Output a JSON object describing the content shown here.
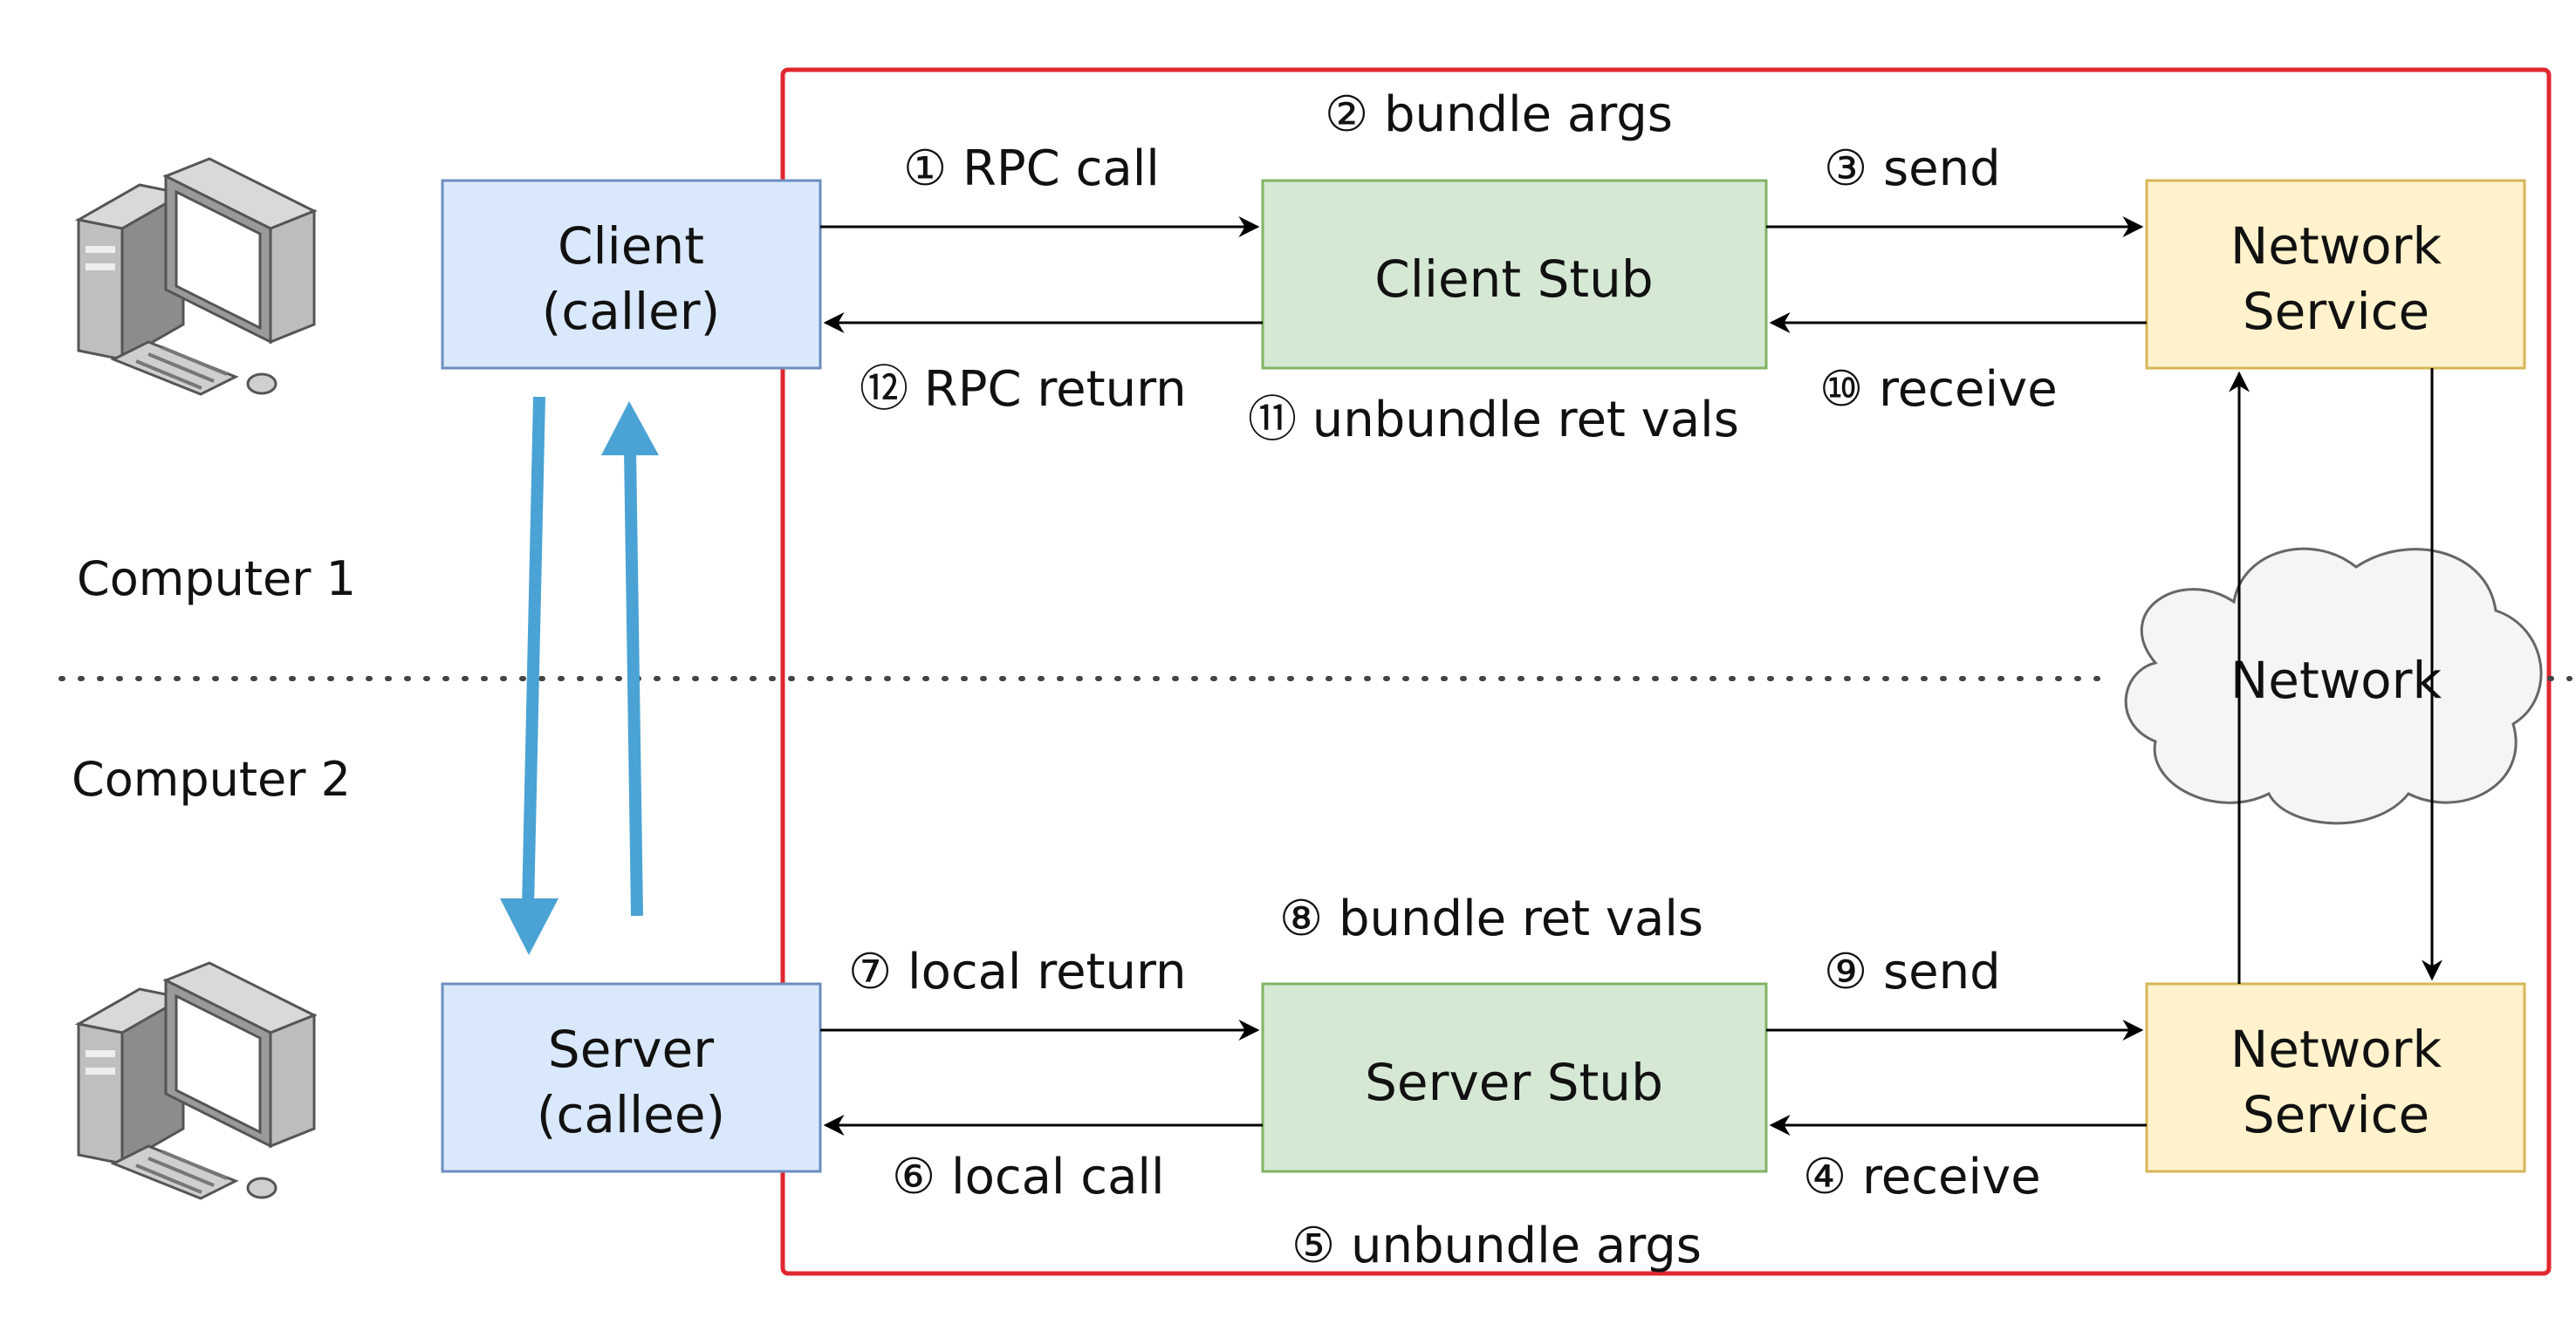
{
  "diagram": {
    "colors": {
      "boundary": "#e0272f",
      "endpoint_fill": "#dae8fc",
      "endpoint_stroke": "#6c8ebf",
      "stub_fill": "#d5e8d4",
      "stub_stroke": "#82b366",
      "network_fill": "#fff2cc",
      "network_stroke": "#d6b656",
      "cloud_fill": "#f5f5f5",
      "cloud_stroke": "#666666",
      "flow_arrow": "#4aa3d4",
      "edge": "#000000"
    },
    "side_labels": {
      "computer1": "Computer 1",
      "computer2": "Computer 2"
    },
    "nodes": {
      "client": {
        "line1": "Client",
        "line2": "(caller)"
      },
      "client_stub": {
        "label": "Client Stub"
      },
      "network_service_top": {
        "line1": "Network",
        "line2": "Service"
      },
      "server": {
        "line1": "Server",
        "line2": "(callee)"
      },
      "server_stub": {
        "label": "Server Stub"
      },
      "network_service_bottom": {
        "line1": "Network",
        "line2": "Service"
      },
      "network_cloud": {
        "label": "Network"
      }
    },
    "steps": {
      "s1": "① RPC call",
      "s2": "② bundle args",
      "s3": "③ send",
      "s4": "④ receive",
      "s5": "⑤ unbundle args",
      "s6": "⑥ local call",
      "s7": "⑦ local return",
      "s8": "⑧ bundle ret vals",
      "s9": "⑨ send",
      "s10": "⑩ receive",
      "s11": "⑪ unbundle ret vals",
      "s12": "⑫ RPC return"
    },
    "icons": {
      "computer_top": "desktop-computer-icon",
      "computer_bottom": "desktop-computer-icon"
    }
  }
}
